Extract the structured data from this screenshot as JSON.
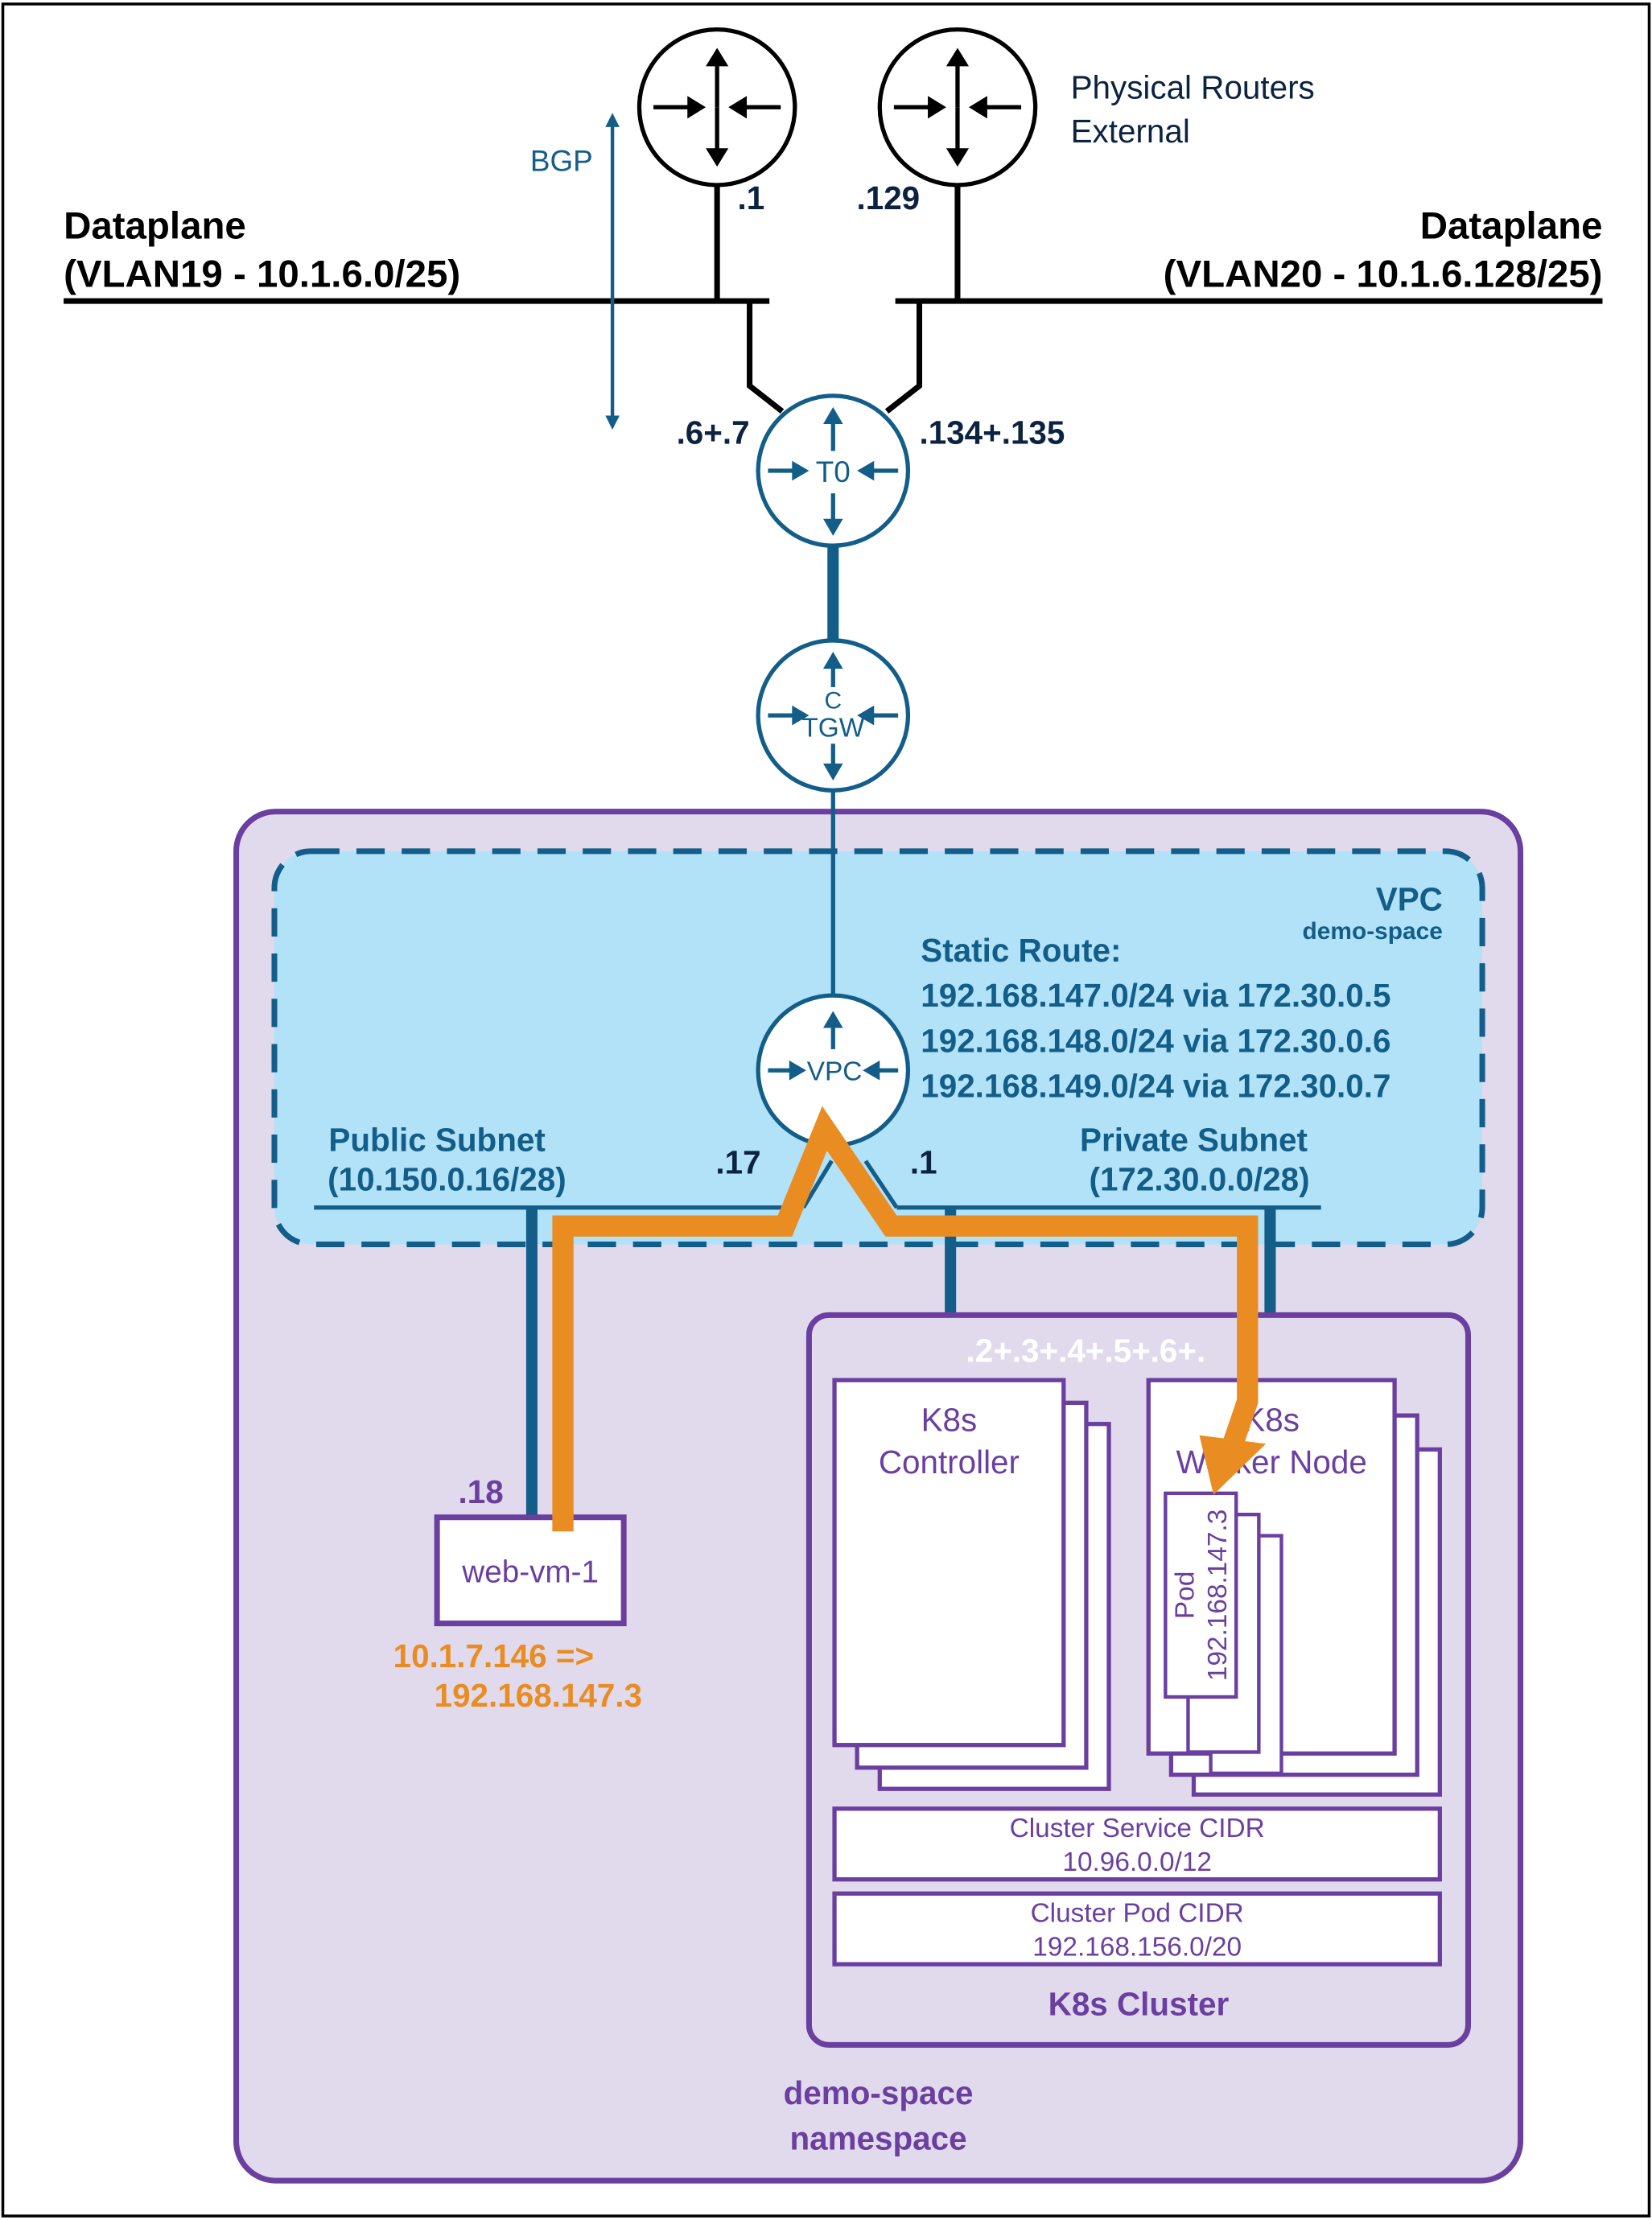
{
  "routers": {
    "external_caption_line1": "Physical Routers",
    "external_caption_line2": "External",
    "left_ip": ".1",
    "right_ip": ".129",
    "t0_label": "T0",
    "t0_left_ips": ".6+.7",
    "t0_right_ips": ".134+.135",
    "ctgw_label_line1": "C",
    "ctgw_label_line2": "TGW",
    "vpc_router_label": "VPC"
  },
  "bgp_label": "BGP",
  "dataplane_left": {
    "line1": "Dataplane",
    "line2": "(VLAN19 - 10.1.6.0/25)"
  },
  "dataplane_right": {
    "line1": "Dataplane",
    "line2": "(VLAN20 - 10.1.6.128/25)"
  },
  "vpc": {
    "title": "VPC",
    "subtitle": "demo-space",
    "static_route_title": "Static Route:",
    "routes": [
      "192.168.147.0/24 via 172.30.0.5",
      "192.168.148.0/24 via 172.30.0.6",
      "192.168.149.0/24 via 172.30.0.7"
    ],
    "public_subnet": {
      "line1": "Public Subnet",
      "line2": "(10.150.0.16/28)",
      "gateway_ip": ".17"
    },
    "private_subnet": {
      "line1": "Private Subnet",
      "line2": "(172.30.0.0/28)",
      "gateway_ip": ".1"
    }
  },
  "web_vm": {
    "label": "web-vm-1",
    "ip": ".18",
    "nat_line1": "10.1.7.146 =>",
    "nat_line2": "192.168.147.3"
  },
  "k8s": {
    "node_ips": ".2+.3+.4+.5+.6+.",
    "controller_line1": "K8s",
    "controller_line2": "Controller",
    "worker_line1": "K8s",
    "worker_line2": "Worker Node",
    "pod_label": "Pod",
    "pod_ip": "192.168.147.3",
    "service_cidr_title": "Cluster Service CIDR",
    "service_cidr_value": "10.96.0.0/12",
    "pod_cidr_title": "Cluster Pod CIDR",
    "pod_cidr_value": "192.168.156.0/20",
    "cluster_label": "K8s Cluster"
  },
  "namespace": {
    "line1": "demo-space",
    "line2": "namespace"
  },
  "colors": {
    "navy": "#0b2240",
    "teal_blue": "#135d89",
    "purple": "#6b3fa0",
    "namespace_fill": "#e1daed",
    "vpc_fill": "#b2e2f8",
    "orange": "#e98d23",
    "black": "#000000"
  }
}
